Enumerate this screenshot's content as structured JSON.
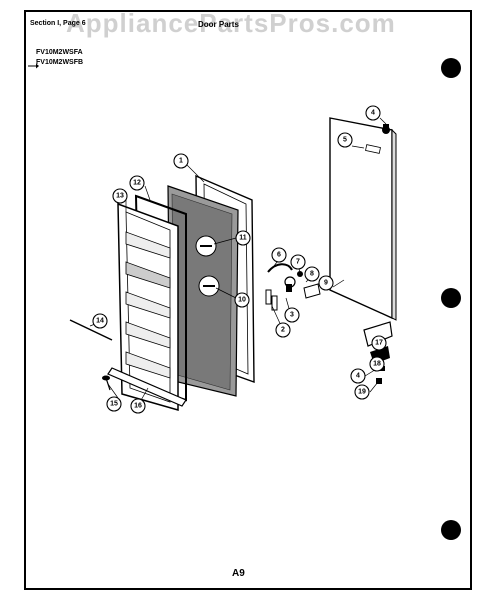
{
  "header": {
    "section": "Section I, Page 6",
    "title": "Door Parts",
    "models": [
      "FV10M2WSFA",
      "FV10M2WSFB"
    ]
  },
  "watermark": "AppliancePartsPros.com",
  "footer": {
    "page_label": "A9"
  },
  "callouts": [
    "1",
    "2",
    "3",
    "4",
    "5",
    "6",
    "7",
    "8",
    "9",
    "10",
    "11",
    "12",
    "13",
    "14",
    "15",
    "16",
    "17",
    "18",
    "4",
    "19"
  ]
}
